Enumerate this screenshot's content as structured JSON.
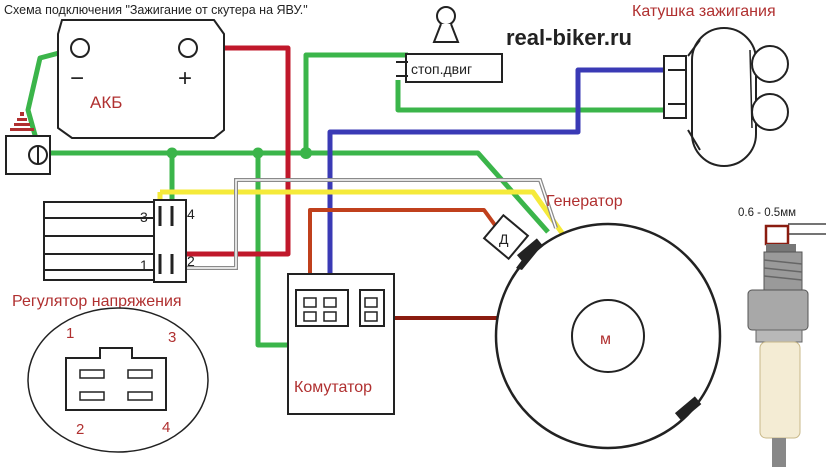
{
  "header": {
    "caption": "Схема подключения \"Зажигание от скутера на ЯВУ.\""
  },
  "brand": "real-biker.ru",
  "battery": {
    "label": "АКБ",
    "minus": "−",
    "plus": "+"
  },
  "kill_switch": {
    "label": "стоп.двиг"
  },
  "coil": {
    "label": "Катушка зажигания"
  },
  "generator": {
    "label": "Генератор",
    "sensor": "Д",
    "motor": "м"
  },
  "regulator": {
    "label": "Регулятор напряжения",
    "pin1": "1",
    "pin2": "2",
    "pin3": "3",
    "pin4": "4"
  },
  "pinout": {
    "pin1": "1",
    "pin2": "2",
    "pin3": "3",
    "pin4": "4"
  },
  "commutator": {
    "label": "Комутатор"
  },
  "spark_plug": {
    "gap": "0.6 - 0.5мм"
  },
  "colors": {
    "green": "#3bb54a",
    "red": "#c0182b",
    "blue": "#3a3ab5",
    "yellow": "#f5ea3a",
    "brown": "#8a1c10"
  },
  "icons": [
    "ground-icon",
    "lamp-icon",
    "spark-plug-icon"
  ]
}
